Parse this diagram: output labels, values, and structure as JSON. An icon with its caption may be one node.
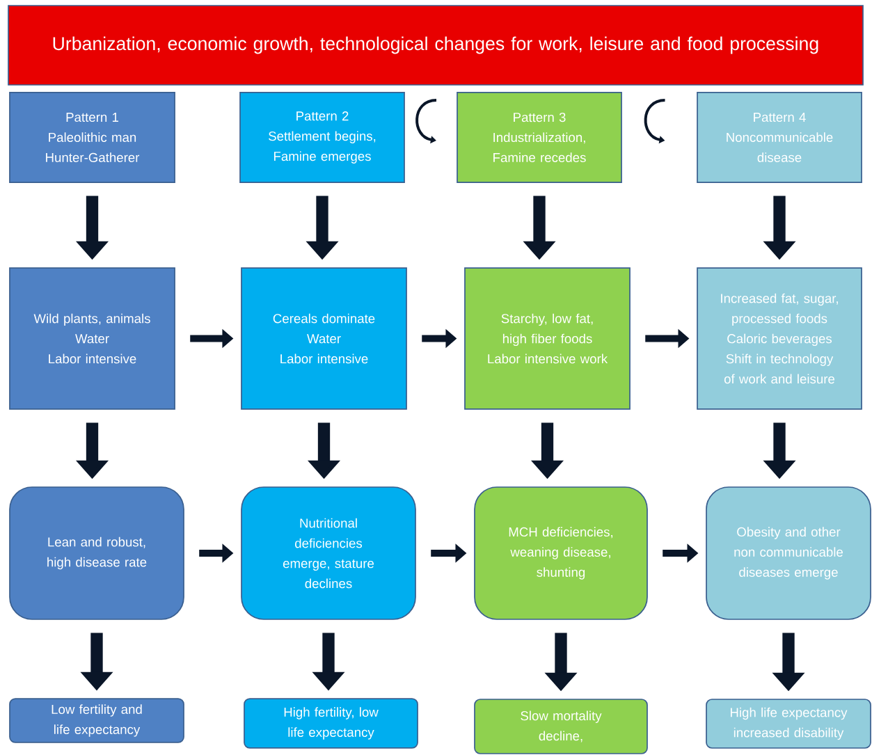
{
  "diagram": {
    "nodes": [
      {
        "text": [
          "Urbanization, economic growth, technological changes for work, leisure and food processing"
        ]
      },
      {
        "text": [
          "Pattern 1",
          "Paleolithic man Hunter-Gatherer"
        ]
      },
      {
        "text": [
          "Pattern 2",
          "Settlement begins, Famine emerges"
        ]
      },
      {
        "text": [
          "Pattern 3",
          "Industrialization, Famine recedes"
        ]
      },
      {
        "text": [
          "Pattern 4",
          "Noncommunicable disease"
        ]
      },
      {
        "text": [
          "Wild plants, animals",
          "Water",
          "Labor intensive"
        ]
      },
      {
        "text": [
          "Cereals dominate",
          "Water",
          "Labor intensive"
        ]
      },
      {
        "text": [
          "Starchy, low fat, high fiber foods",
          "Labor intensive work"
        ]
      },
      {
        "text": [
          "Increased fat, sugar, processed foods",
          "Caloric beverages",
          "Shift in technology of work and leisure"
        ]
      },
      {
        "text": [
          "Lean and robust, high disease rate"
        ]
      },
      {
        "text": [
          "Nutritional deficiencies emerge, stature declines"
        ]
      },
      {
        "text": [
          "MCH deficiencies, weaning disease, shunting"
        ]
      },
      {
        "text": [
          "Obesity and other non communicable diseases emerge"
        ]
      },
      {
        "text": [
          "Low fertility and life expectancy"
        ]
      },
      {
        "text": [
          "High fertility, low life expectancy"
        ]
      },
      {
        "text": [
          "Slow mortality decline,"
        ]
      },
      {
        "text": [
          "High life expectancy increased disability"
        ]
      }
    ],
    "edges": [
      {
        "from": 1,
        "to": 5,
        "arrow": "to"
      },
      {
        "from": 2,
        "to": 6,
        "arrow": "to"
      },
      {
        "from": 3,
        "to": 7,
        "arrow": "to"
      },
      {
        "from": 4,
        "to": 8,
        "arrow": "to"
      },
      {
        "from": 5,
        "to": 6,
        "arrow": "to"
      },
      {
        "from": 6,
        "to": 7,
        "arrow": "to"
      },
      {
        "from": 7,
        "to": 8,
        "arrow": "to"
      },
      {
        "from": 5,
        "to": 9,
        "arrow": "to"
      },
      {
        "from": 6,
        "to": 10,
        "arrow": "to"
      },
      {
        "from": 7,
        "to": 11,
        "arrow": "to"
      },
      {
        "from": 8,
        "to": 12,
        "arrow": "to"
      },
      {
        "from": 9,
        "to": 10,
        "arrow": "to"
      },
      {
        "from": 10,
        "to": 11,
        "arrow": "to"
      },
      {
        "from": 11,
        "to": 12,
        "arrow": "to"
      },
      {
        "from": 9,
        "to": 13,
        "arrow": "to"
      },
      {
        "from": 10,
        "to": 14,
        "arrow": "to"
      },
      {
        "from": 11,
        "to": 15,
        "arrow": "to"
      },
      {
        "from": 12,
        "to": 16,
        "arrow": "to"
      }
    ]
  }
}
